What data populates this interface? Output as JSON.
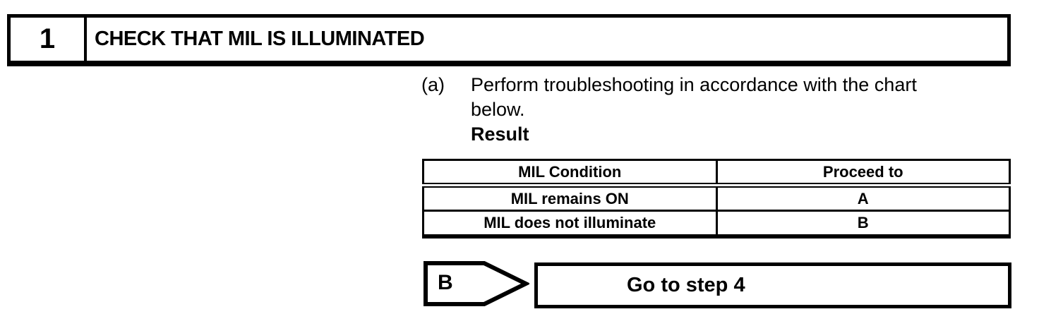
{
  "step": {
    "number": "1",
    "title": "CHECK THAT MIL IS ILLUMINATED"
  },
  "instruction": {
    "label": "(a)",
    "line1": "Perform troubleshooting in accordance with the chart",
    "line2": "below.",
    "result_label": "Result"
  },
  "result_table": {
    "headers": [
      "MIL Condition",
      "Proceed to"
    ],
    "rows": [
      {
        "condition": "MIL remains ON",
        "proceed_to": "A"
      },
      {
        "condition": "MIL does not illuminate",
        "proceed_to": "B"
      }
    ]
  },
  "branch": {
    "label": "B",
    "action": "Go to step 4"
  },
  "colors": {
    "ink": "#000000",
    "paper": "#ffffff"
  }
}
